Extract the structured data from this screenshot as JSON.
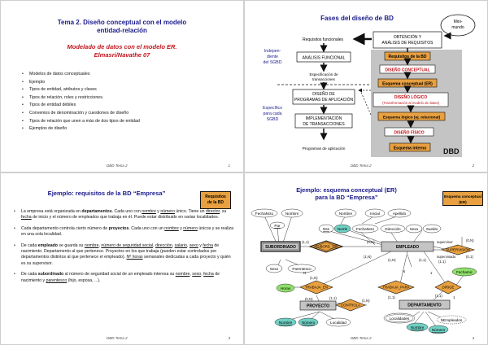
{
  "slide1": {
    "title_line1": "Tema 2. Diseño conceptual con el modelo",
    "title_line2": "entidad-relación",
    "subtitle_line1": "Modelado de datos con el modelo ER.",
    "subtitle_line2": "Elmasri/Navathe 07",
    "bullets": [
      "Modelos de datos conceptuales",
      "Ejemplo",
      "Tipos de entidad, atributos y claves",
      "Tipos de relación, roles y restricciones.",
      "Tipos de entidad débiles",
      "Convenios de denominación y cuestiones de diseño",
      "Tipos de relación que unen a más de dos tipos de entidad",
      "Ejemplos de diseño"
    ],
    "footer": "DBD Tema 2",
    "page": "1"
  },
  "slide2": {
    "title": "Fases del diseño de BD",
    "cloud_l1": "Mini-",
    "cloud_l2": "mundo",
    "req_label": "Requisitos funcionales",
    "obtencion_l1": "OBTENCIÓN Y",
    "obtencion_l2": "ANÁLISIS DE REQUISITOS",
    "indep_l1": "Indepen-",
    "indep_l2": "diente",
    "indep_l3": "del SGBD",
    "analisis": "ANÁLISIS FUNCIONAL",
    "espec_l1": "Especificación de",
    "espec_l2": "transacciones",
    "diseno_prog_l1": "DISEÑO DE",
    "diseno_prog_l2": "PROGRAMAS DE APLICACIÓN",
    "especif_l1": "Específico",
    "especif_l2": "para cada",
    "especif_l3": "SGBD",
    "impl_l1": "IMPLEMENTACIÓN",
    "impl_l2": "DE TRANSACCIONES",
    "prog_apl": "Programas de aplicación",
    "req_bd": "Requisitos de la BD",
    "diseno_conc": "DISEÑO CONCEPTUAL",
    "esq_conc": "Esquema conceptual (ER)",
    "diseno_log": "DISEÑO LÓGICO",
    "transf": "(Transformación al modelo de datos)",
    "esq_log": "Esquema lógico (ej. relacional)",
    "diseno_fis": "DISEÑO FÍSICO",
    "esq_int": "Esquema interno",
    "dbd": "DBD",
    "footer": "DBD Tema 2",
    "page": "2"
  },
  "slide3": {
    "title": "Ejemplo:  requisitos de la BD “Empresa”",
    "badge_l1": "Requisitos",
    "badge_l2": "de la BD",
    "p1_a": "La empresa está organizada en ",
    "p1_b": "departamentos",
    "p1_c": ". Cada uno con ",
    "p1_d": "nombre",
    "p1_e": " y ",
    "p1_f": "número",
    "p1_g": " único. Tiene un ",
    "p1_h": "director",
    "p1_i": ", su ",
    "p1_j": "fecha",
    "p1_k": " de inicio y el número de empleados que trabaja en él. Puede estar distribuido en varias localidades.",
    "p2_a": "Cada departamento controla cierto número de ",
    "p2_b": "proyectos",
    "p2_c": ". Cada uno con un ",
    "p2_d": "nombre",
    "p2_e": " y ",
    "p2_f": "número",
    "p2_g": " únicos y se realiza en una sola localidad.",
    "p3_a": "De cada ",
    "p3_b": "empleado",
    "p3_c": " se guarda su ",
    "p3_d": "nombre",
    "p3_e": ", ",
    "p3_f": "número de seguridad social",
    "p3_g": ", ",
    "p3_h": "dirección",
    "p3_i": ", ",
    "p3_j": "salario",
    "p3_k": ", ",
    "p3_l": "sexo",
    "p3_m": " y ",
    "p3_n": "fecha",
    "p3_o": " de nacimiento. Departamento al que pertenece. Proyectos en los que trabaja (pueden estar controlados por departamentos distintos al que pertenece el empleado). ",
    "p3_p": "Nº horas",
    "p3_q": " semanales dedicadas a cada proyecto y quién es su supervisor.",
    "p4_a": "De cada ",
    "p4_b": "subordinado",
    "p4_c": " al número de seguridad social de un empleado interesa su ",
    "p4_d": "nombre",
    "p4_e": ", ",
    "p4_f": "sexo",
    "p4_g": ", ",
    "p4_h": "fecha",
    "p4_i": " de nacimiento y ",
    "p4_j": "parentesco",
    "p4_k": " (hijo, esposa, ...).",
    "footer": "DBD Tema 2",
    "page": "3"
  },
  "slide4": {
    "title_l1": "Ejemplo:  esquema conceptual (ER)",
    "title_l2": "para la BD “Empresa”",
    "badge_l1": "Esquema conceptual",
    "badge_l2": "(ER)",
    "attr_fechanac_sub": "FechaNcto",
    "attr_nombre_sub": "Nombre",
    "attr_nombre_emp": "Nombre",
    "attr_inicial": "Inicial",
    "attr_apellido": "Apellido",
    "attr_par": "Par",
    "attr_nss": "Nss",
    "attr_nomb": "Nomb",
    "attr_fechanac_emp": "FechaNcto",
    "attr_sexo_emp": "Sexo",
    "attr_sueldo": "Sueldo",
    "attr_sexo_sub": "Sexo",
    "attr_parentesco": "Parentesco",
    "attr_direccion": "Dirección",
    "attr_horas": "Horas",
    "attr_fechainic": "FechaInic",
    "attr_nombre_proy": "Nombre",
    "attr_numero_proy": "Número",
    "attr_localidad_proy": "Localidad",
    "attr_localidades": "Localidades",
    "attr_nempleados": "NEmpleados",
    "attr_nombre_dep": "Nombre",
    "attr_numero_dep": "Número",
    "ent_subordinado": "SUBORDINADO",
    "ent_empleado": "EMPLEADO",
    "ent_proyecto": "PROYECTO",
    "ent_departamento": "DEPARTAMENTO",
    "rel_subord_de": "SUBORD_DE",
    "rel_supervision": "SUPERVISIÓN",
    "rel_trabaja_en": "TRABAJA_EN",
    "rel_trabaja_para": "TRABAJA_PARA",
    "rel_dirige": "DIRIGE",
    "rel_controla": "CONTROLA",
    "lbl_supervisor": "supervisor",
    "lbl_supervisado": "supervisado",
    "card_11_a": "(1,1)",
    "card_0n_a": "(0,N)",
    "card_0n_b": "(0,N)",
    "card_01": "(0,1)",
    "card_1n_a": "(1,N)",
    "card_1n_b": "(1,N)",
    "card_1n_c": "(1,N)",
    "card_11_b": "(1,1)",
    "card_11_c": "(1,1)",
    "card_0n_c": "(0,N)",
    "card_11_d": "(1,1)",
    "card_11_e": "(1,1)",
    "card_11_f": "(1,1)",
    "card_1n_d": "(1,N)",
    "n_label": "N",
    "n_label2": "N",
    "one_label": "1",
    "one_label2": "1",
    "footer": "DBD Tema 2",
    "page": "4"
  }
}
